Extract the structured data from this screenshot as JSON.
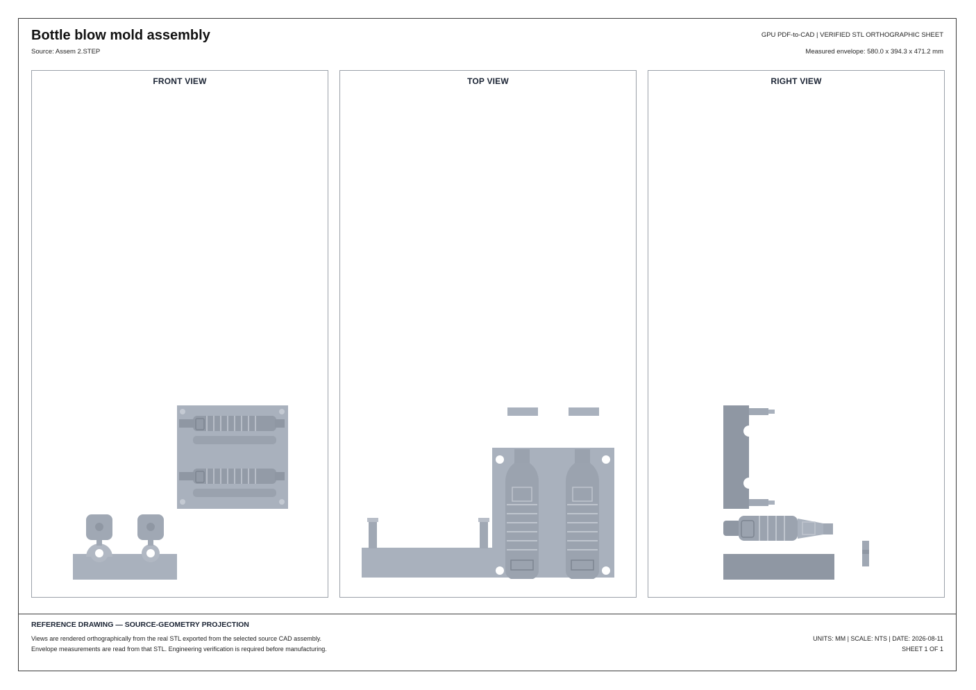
{
  "header": {
    "title": "Bottle blow mold assembly",
    "source": "Source: Assem 2.STEP",
    "sheet_type": "GPU PDF-to-CAD | VERIFIED STL ORTHOGRAPHIC SHEET",
    "envelope": "Measured envelope: 580.0 x 394.3 x 471.2 mm"
  },
  "views": [
    {
      "label": "FRONT VIEW"
    },
    {
      "label": "TOP VIEW"
    },
    {
      "label": "RIGHT VIEW"
    }
  ],
  "footer": {
    "title": "REFERENCE DRAWING — SOURCE-GEOMETRY PROJECTION",
    "line1": "Views are rendered orthographically from the real STL exported from the selected source CAD assembly.",
    "line2": "Envelope measurements are read from that STL. Engineering verification is required before manufacturing.",
    "meta": "UNITS: MM | SCALE: NTS | DATE: 2026-08-11",
    "sheet": "SHEET 1 OF 1"
  },
  "colors": {
    "part_fill": "#a9b1bd",
    "part_dark": "#8f97a3",
    "part_light": "#c4cad3",
    "frame": "#9aa0a8"
  }
}
